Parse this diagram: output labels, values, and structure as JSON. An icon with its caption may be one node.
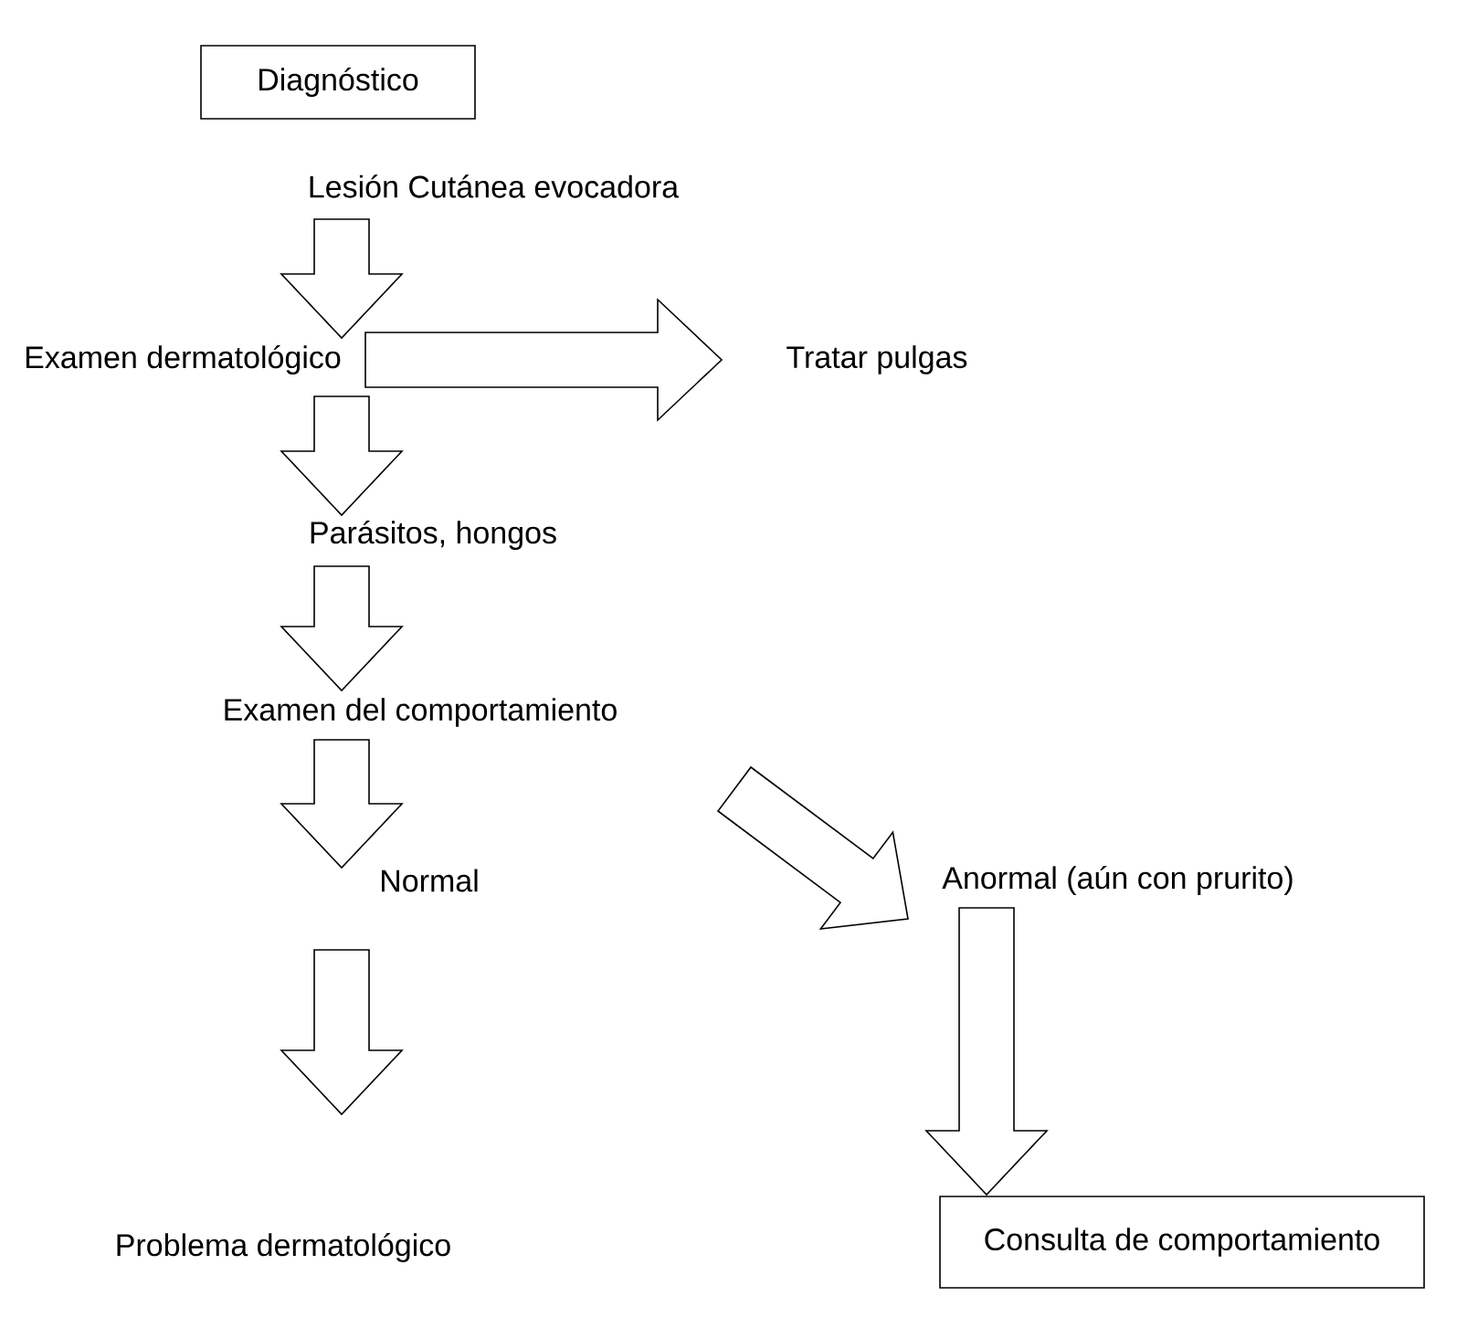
{
  "diagram": {
    "nodes": [
      {
        "text": [
          "Diagnóstico"
        ]
      },
      {
        "text": [
          "Lesión Cutánea evocadora"
        ]
      },
      {
        "text": [
          "Examen dermatológico"
        ]
      },
      {
        "text": [
          "Tratar pulgas"
        ]
      },
      {
        "text": [
          "Parásitos, hongos"
        ]
      },
      {
        "text": [
          "Examen del comportamiento"
        ]
      },
      {
        "text": [
          "Normal"
        ]
      },
      {
        "text": [
          "Anormal (aún con prurito)"
        ]
      },
      {
        "text": [
          "Problema dermatológico"
        ]
      },
      {
        "text": [
          "Consulta de comportamiento"
        ]
      }
    ],
    "edges": [
      {
        "from": 1,
        "to": 2,
        "arrow": "to"
      },
      {
        "from": 2,
        "to": 3,
        "arrow": "to"
      },
      {
        "from": 2,
        "to": 4,
        "arrow": "to"
      },
      {
        "from": 4,
        "to": 5,
        "arrow": "to"
      },
      {
        "from": 5,
        "to": 6,
        "arrow": "to"
      },
      {
        "from": 5,
        "to": 7,
        "arrow": "to"
      },
      {
        "from": 6,
        "to": 8,
        "arrow": "to"
      },
      {
        "from": 7,
        "to": 9,
        "arrow": "to"
      }
    ]
  }
}
